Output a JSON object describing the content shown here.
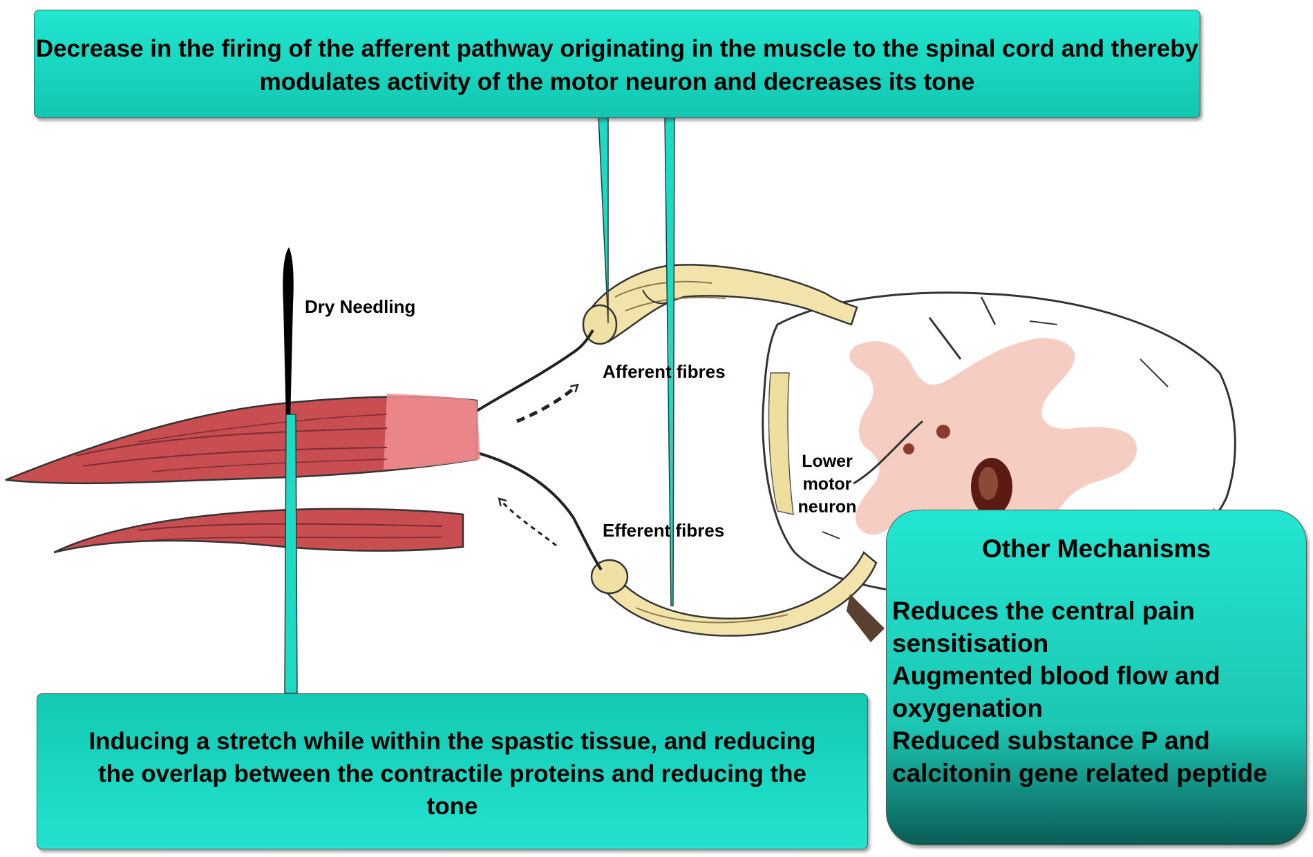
{
  "callouts": {
    "top": "Decrease in the firing of the afferent pathway originating in the muscle to the spinal cord and thereby modulates activity of the motor neuron and decreases its tone",
    "bottom": "Inducing a stretch while within the spastic tissue, and reducing the overlap between the contractile proteins and reducing the tone",
    "mechanisms": {
      "title": "Other Mechanisms",
      "items": [
        "Reduces the central pain sensitisation",
        "Augmented blood flow and oxygenation",
        "Reduced substance P and calcitonin gene related peptide"
      ]
    }
  },
  "labels": {
    "dry_needling": "Dry Needling",
    "afferent_fibres": "Afferent fibres",
    "efferent_fibres": "Efferent fibres",
    "lower_motor_neuron": "Lower motor neuron"
  },
  "colors": {
    "callout_teal": "#1ed9c4",
    "muscle_red": "#c84e52",
    "muscle_highlight": "#f08f94",
    "nerve_tan": "#f1e3a9",
    "grey_matter_pink": "#f6cdc2"
  }
}
